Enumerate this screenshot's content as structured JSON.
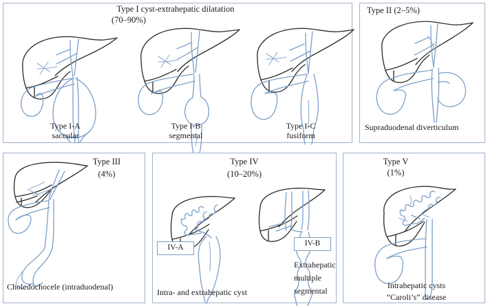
{
  "figure": {
    "kind": "choledochal-cyst-classification-diagram",
    "accent_blue": "#7b9ec9",
    "outline_black": "#2e2e2e",
    "panel_border": "#9fb1c8"
  },
  "panels": [
    {
      "id": "type-1",
      "title_line1": "Type I cyst-extrahepatic dilatation",
      "title_line2": "(70–90%)",
      "variants": [
        {
          "id": "type-1-a",
          "label_line1": "Type I-A",
          "label_line2": "saccular"
        },
        {
          "id": "type-1-b",
          "label_line1": "Type I-B",
          "label_line2": "segmental"
        },
        {
          "id": "type-1-c",
          "label_line1": "Type I-C",
          "label_line2": "fusiform"
        }
      ]
    },
    {
      "id": "type-2",
      "title_line1": "Type II (2–5%)",
      "caption": "Supraduodenal diverticulum"
    },
    {
      "id": "type-3",
      "title_line1": "Type III",
      "title_line2": "(4%)",
      "caption": "Choledochocele (intraduodenal)"
    },
    {
      "id": "type-4",
      "title_line1": "Type IV",
      "title_line2": "(10–20%)",
      "variants": [
        {
          "id": "type-4-a",
          "box_label": "IV-A",
          "caption": "Intra- and extrahepatic cyst"
        },
        {
          "id": "type-4-b",
          "box_label": "IV-B",
          "caption_line1": "Extrahepatic",
          "caption_line2": "multiple",
          "caption_line3": "segmental"
        }
      ]
    },
    {
      "id": "type-5",
      "title_line1": "Type V",
      "title_line2": "(1%)",
      "caption_line1": "Intrahepatic cysts",
      "caption_line2": "“Caroli’s” disease"
    }
  ]
}
